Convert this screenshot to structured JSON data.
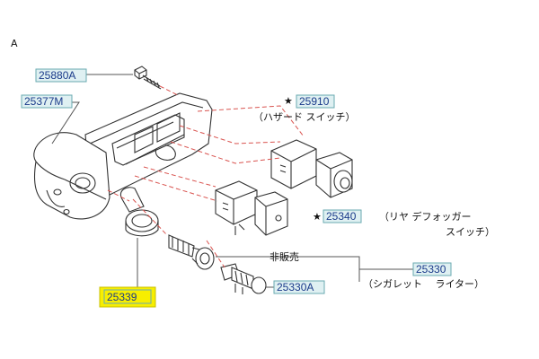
{
  "figure_letter": "A",
  "parts": {
    "p25880A": "25880A",
    "p25377M": "25377M",
    "p25910": "25910",
    "p25340": "25340",
    "p25339": "25339",
    "p25330": "25330",
    "p25330A": "25330A"
  },
  "marks": {
    "star": "★"
  },
  "captions": {
    "hazard_switch": "（ハザード スイッチ）",
    "rear_defogger_l1": "（リヤ デフォッガー",
    "rear_defogger_l2": "スイッチ）",
    "not_sold": "非販売",
    "cigarette_lighter": "（シガレット　 ライター）"
  },
  "colors": {
    "label_fill": "#dff0f2",
    "label_border": "#6aaab0",
    "label_text": "#1a3a8a",
    "highlight_fill": "#f7ee00",
    "leader_dashed": "#d9534f",
    "line": "#333333"
  }
}
